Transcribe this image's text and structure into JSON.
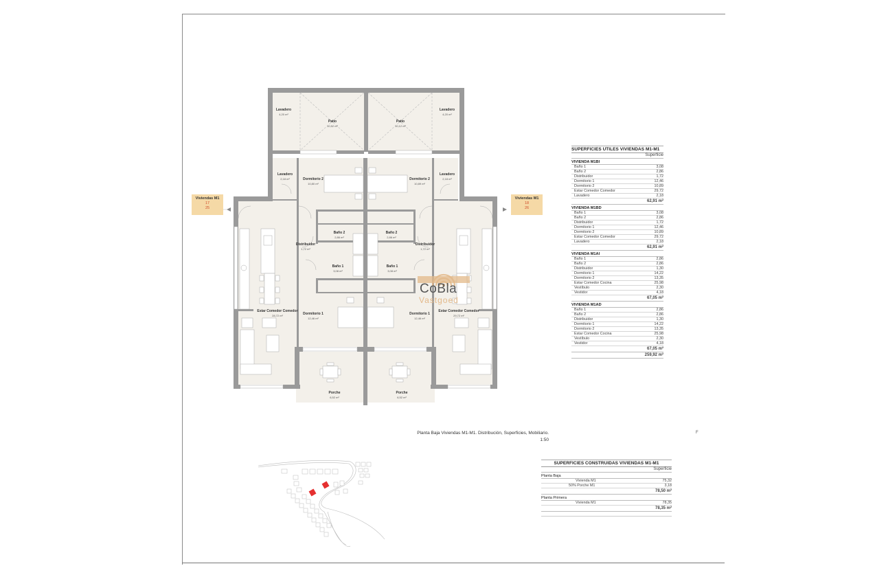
{
  "sheet": {
    "caption": "Planta Baja Viviendas M1-M1. Distribución, Superficies, Mobiliario.",
    "scale": "1:50",
    "stray_letter": "F"
  },
  "tags": [
    {
      "title": "Viviendas M1",
      "num1": "17",
      "num2": "25"
    },
    {
      "title": "Viviendas M1",
      "num1": "18",
      "num2": "26"
    }
  ],
  "rooms": [
    {
      "name": "Lavadero",
      "area": "4,20 m²"
    },
    {
      "name": "Patio",
      "area": "10,52 m²"
    },
    {
      "name": "Patio",
      "area": "10,12 m²"
    },
    {
      "name": "Lavadero",
      "area": "4,20 m²"
    },
    {
      "name": "Lavadero",
      "area": "2,18 m²"
    },
    {
      "name": "Dormitorio 2",
      "area": "10,80 m²"
    },
    {
      "name": "Dormitorio 2",
      "area": "10,89 m²"
    },
    {
      "name": "Lavadero",
      "area": "2,18 m²"
    },
    {
      "name": "Baño 2",
      "area": "2,86 m²"
    },
    {
      "name": "Baño 2",
      "area": "2,86 m²"
    },
    {
      "name": "Distribuidor",
      "area": "1,72 m²"
    },
    {
      "name": "Distribuidor",
      "area": "1,72 m²"
    },
    {
      "name": "Baño 1",
      "area": "3,08 m²"
    },
    {
      "name": "Baño 1",
      "area": "3,08 m²"
    },
    {
      "name": "Estar Comedor Comedor",
      "area": "28,72 m²"
    },
    {
      "name": "Dormitorio 1",
      "area": "12,46 m²"
    },
    {
      "name": "Dormitorio 1",
      "area": "12,46 m²"
    },
    {
      "name": "Estar Comedor Comedor",
      "area": "29,72 m²"
    },
    {
      "name": "Porche",
      "area": "6,52 m²"
    },
    {
      "name": "Porche",
      "area": "6,52 m²"
    }
  ],
  "watermark": {
    "brand": "CoBla",
    "sub": "Vastgoed",
    "color": "#e3b98a",
    "text_color": "#555555"
  },
  "utiles_table": {
    "title": "SUPERFICIES UTILES VIVIENDAS M1-M1",
    "column": "Superficie",
    "groups": [
      {
        "name": "VIVIENDA M1BI",
        "rows": [
          {
            "label": "Baño 1",
            "value": "3,08"
          },
          {
            "label": "Baño 2",
            "value": "2,86"
          },
          {
            "label": "Distribuidor",
            "value": "1,72"
          },
          {
            "label": "Dormitorio 1",
            "value": "12,46"
          },
          {
            "label": "Dormitorio 2",
            "value": "10,89"
          },
          {
            "label": "Estar Comedor Comedor",
            "value": "29,72"
          },
          {
            "label": "Lavadero",
            "value": "2,18"
          }
        ],
        "total": "62,91 m²"
      },
      {
        "name": "VIVIENDA M1BD",
        "rows": [
          {
            "label": "Baño 1",
            "value": "3,08"
          },
          {
            "label": "Baño 2",
            "value": "2,86"
          },
          {
            "label": "Distribuidor",
            "value": "1,72"
          },
          {
            "label": "Dormitorio 1",
            "value": "12,46"
          },
          {
            "label": "Dormitorio 2",
            "value": "10,89"
          },
          {
            "label": "Estar Comedor Comedor",
            "value": "29,72"
          },
          {
            "label": "Lavadero",
            "value": "2,18"
          }
        ],
        "total": "62,91 m²"
      },
      {
        "name": "VIVIENDA M1AI",
        "rows": [
          {
            "label": "Baño 1",
            "value": "2,86"
          },
          {
            "label": "Baño 2",
            "value": "2,86"
          },
          {
            "label": "Distribuidor",
            "value": "1,30"
          },
          {
            "label": "Dormitorio 1",
            "value": "14,22"
          },
          {
            "label": "Dormitorio 2",
            "value": "13,35"
          },
          {
            "label": "Estar Comedor Cocina",
            "value": "25,98"
          },
          {
            "label": "Vestíbulo",
            "value": "2,30"
          },
          {
            "label": "Vestidor",
            "value": "4,18"
          }
        ],
        "total": "67,05 m²"
      },
      {
        "name": "VIVIENDA M1AD",
        "rows": [
          {
            "label": "Baño 1",
            "value": "2,86"
          },
          {
            "label": "Baño 2",
            "value": "2,86"
          },
          {
            "label": "Distribuidor",
            "value": "1,30"
          },
          {
            "label": "Dormitorio 1",
            "value": "14,22"
          },
          {
            "label": "Dormitorio 2",
            "value": "13,35"
          },
          {
            "label": "Estar Comedor Cocina",
            "value": "25,98"
          },
          {
            "label": "Vestíbulo",
            "value": "2,30"
          },
          {
            "label": "Vestidor",
            "value": "4,18"
          }
        ],
        "total": "67,05 m²"
      }
    ],
    "grand_total": "259,92 m²"
  },
  "construidas_table": {
    "title": "SUPERFICIES CONSTRUIDAS VIVIENDAS M1-M1",
    "column": "Superficie",
    "groups": [
      {
        "name": "Planta Baja",
        "rows": [
          {
            "label": "Vivienda M1",
            "value": "75,32"
          },
          {
            "label": "50% Porche M1",
            "value": "3,18"
          }
        ],
        "total": "78,50 m²"
      },
      {
        "name": "Planta Primera",
        "rows": [
          {
            "label": "Vivienda M1",
            "value": "78,35"
          }
        ],
        "total": "78,35 m²"
      }
    ]
  },
  "colors": {
    "wall": "#9a9a9a",
    "floor": "#f3f0ea",
    "highlight": "#e53030",
    "tag_bg": "#f5d9a6",
    "tag_num": "#d0502e"
  }
}
